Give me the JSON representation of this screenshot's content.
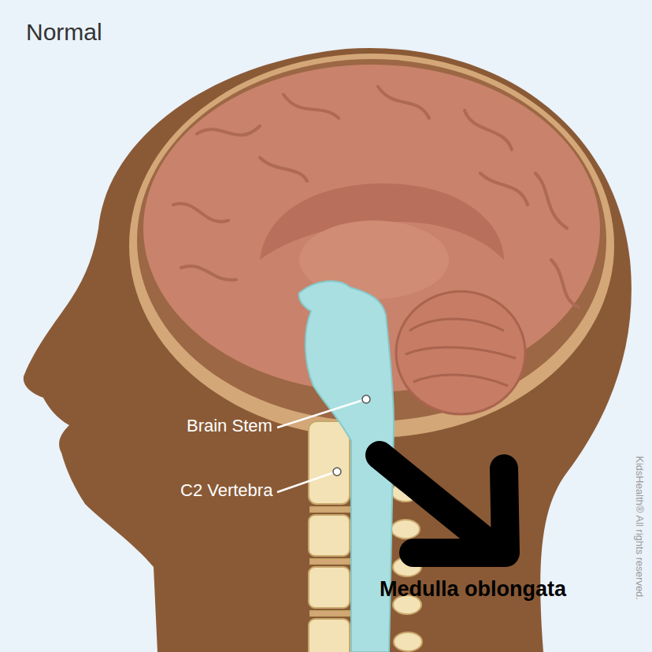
{
  "diagram": {
    "title": "Normal",
    "labels": [
      "Brain Stem",
      "C2 Vertebra",
      "Medulla oblongata",
      "KidsHealth® All rights reserved."
    ]
  }
}
